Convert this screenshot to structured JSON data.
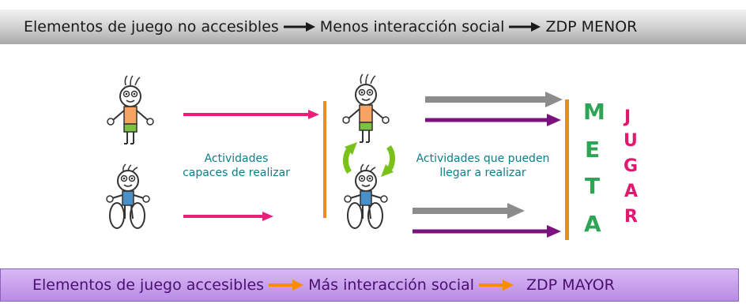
{
  "top_banner": {
    "part1": "Elementos de juego no accesibles",
    "part2": "Menos interacción  social",
    "part3": "ZDP MENOR",
    "arrow_color": "#1a1a1a"
  },
  "bottom_banner": {
    "part1": "Elementos de juego accesibles",
    "part2": "Más interacción  social",
    "part3": "ZDP MAYOR",
    "arrow_color": "#ff8a00"
  },
  "labels": {
    "left": [
      "Actividades",
      "capaces de realizar"
    ],
    "middle": [
      "Actividades que pueden",
      "llegar a realizar"
    ]
  },
  "meta_letters": [
    "M",
    "E",
    "T",
    "A"
  ],
  "jugar_letters": [
    "J",
    "U",
    "G",
    "A",
    "R"
  ],
  "colors": {
    "pink": "#ea1f78",
    "purple": "#7a137e",
    "gray": "#8c8c8c",
    "orange_bar": "#f08a1c",
    "green_cycle": "#7ac21a",
    "teal_text": "#0b7f89"
  }
}
